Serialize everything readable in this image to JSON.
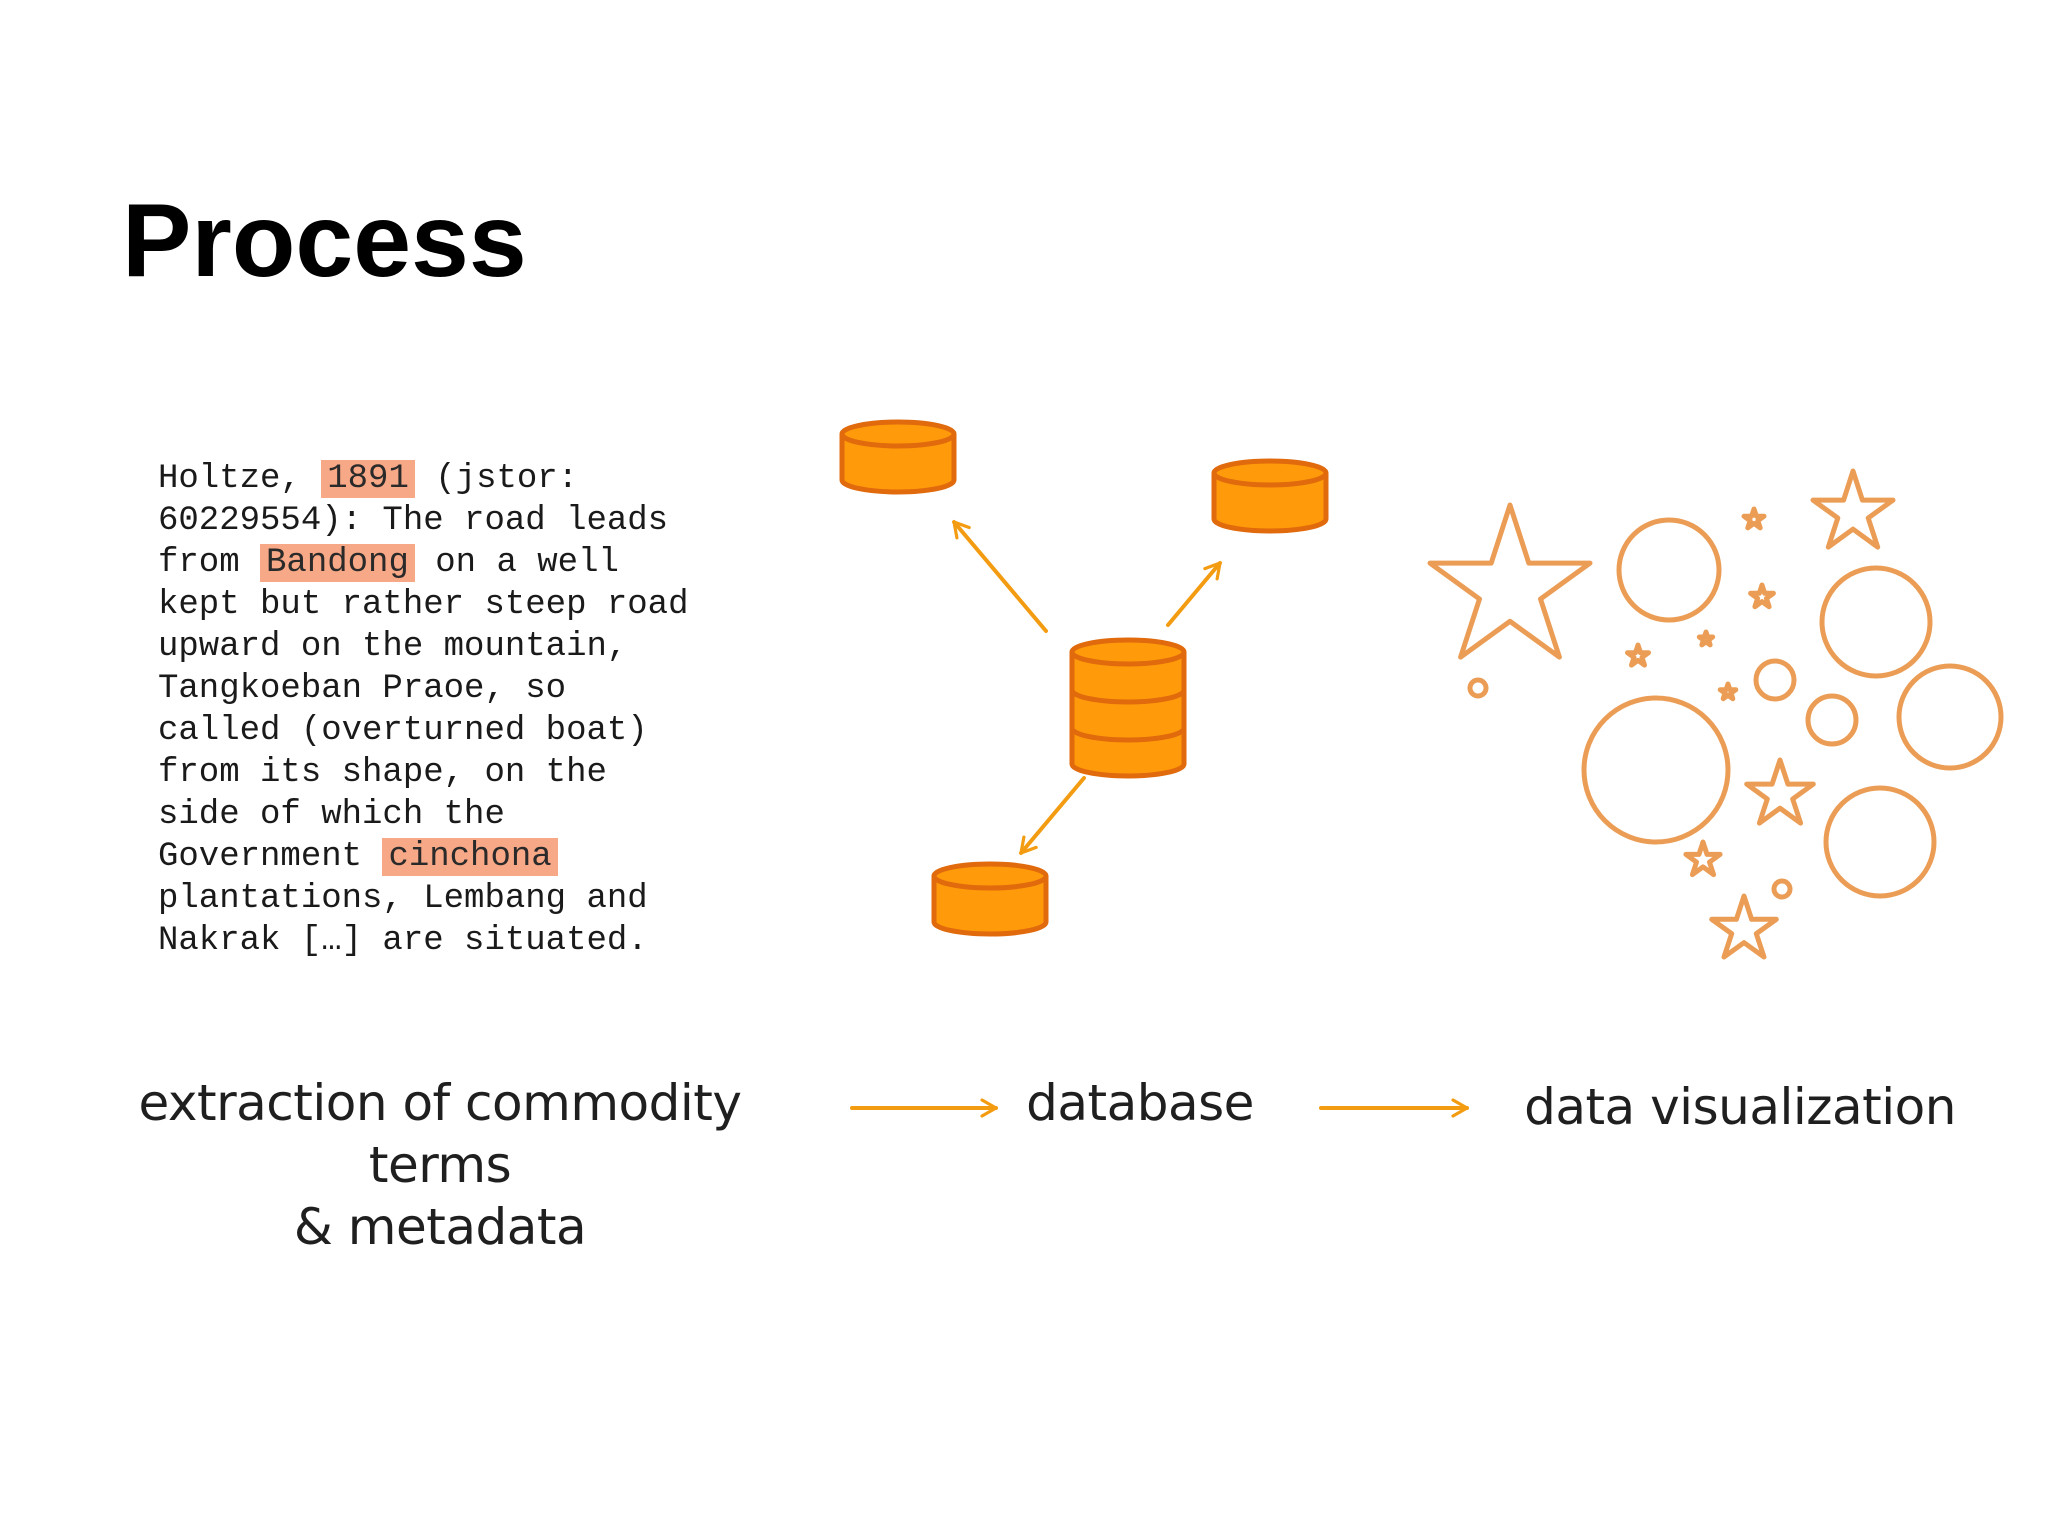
{
  "title": "Process",
  "excerpt": {
    "lines": [
      [
        {
          "t": "Holtze, "
        },
        {
          "t": "1891",
          "hl": true
        },
        {
          "t": " (jstor:"
        }
      ],
      [
        {
          "t": "60229554): The road leads"
        }
      ],
      [
        {
          "t": "from "
        },
        {
          "t": "Bandong",
          "hl": true
        },
        {
          "t": " on a well"
        }
      ],
      [
        {
          "t": "kept but rather steep road"
        }
      ],
      [
        {
          "t": "upward on the mountain,"
        }
      ],
      [
        {
          "t": "Tangkoeban Praoe, so"
        }
      ],
      [
        {
          "t": "called (overturned boat)"
        }
      ],
      [
        {
          "t": "from its shape, on the"
        }
      ],
      [
        {
          "t": "side of which the"
        }
      ],
      [
        {
          "t": "Government "
        },
        {
          "t": "cinchona",
          "hl": true
        }
      ],
      [
        {
          "t": "plantations, Lembang and"
        }
      ],
      [
        {
          "t": "Nakrak […] are situated."
        }
      ]
    ],
    "highlight_color": "#f7a886"
  },
  "steps": {
    "extraction": {
      "line1": "extraction of commodity terms",
      "line2": "& metadata"
    },
    "database": {
      "line1": "database"
    },
    "visualization": {
      "line1": "data visualization"
    }
  },
  "colors": {
    "accent": "#f39c12",
    "cylinder_fill": "#ff9a0a",
    "cylinder_stroke": "#e06a0c",
    "viz_stroke": "#eb9d56",
    "text": "#1f1f1f"
  },
  "icons": {
    "central_database": "database-stack-icon",
    "remote_database": "database-cylinder-icon",
    "visualization": "bubbles-and-stars-icon",
    "flow": "arrow-right-icon"
  }
}
